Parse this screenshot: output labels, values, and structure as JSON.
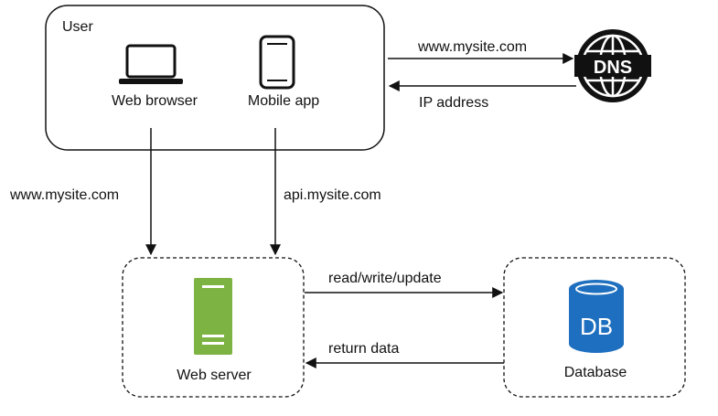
{
  "user": {
    "title": "User",
    "web_browser": "Web browser",
    "mobile_app": "Mobile app"
  },
  "dns": {
    "label": "DNS",
    "request": "www.mysite.com",
    "response": "IP address"
  },
  "connections": {
    "browser_domain": "www.mysite.com",
    "mobile_domain": "api.mysite.com"
  },
  "web_server": {
    "label": "Web server"
  },
  "database": {
    "label": "Database",
    "icon_text": "DB"
  },
  "db_links": {
    "request": "read/write/update",
    "response": "return data"
  },
  "colors": {
    "server": "#7CB342",
    "database": "#1E6FBF",
    "line": "#111111"
  },
  "icons": {
    "laptop": "laptop-icon",
    "phone": "mobile-phone-icon",
    "globe": "globe-icon",
    "server": "server-icon",
    "db": "database-icon"
  }
}
